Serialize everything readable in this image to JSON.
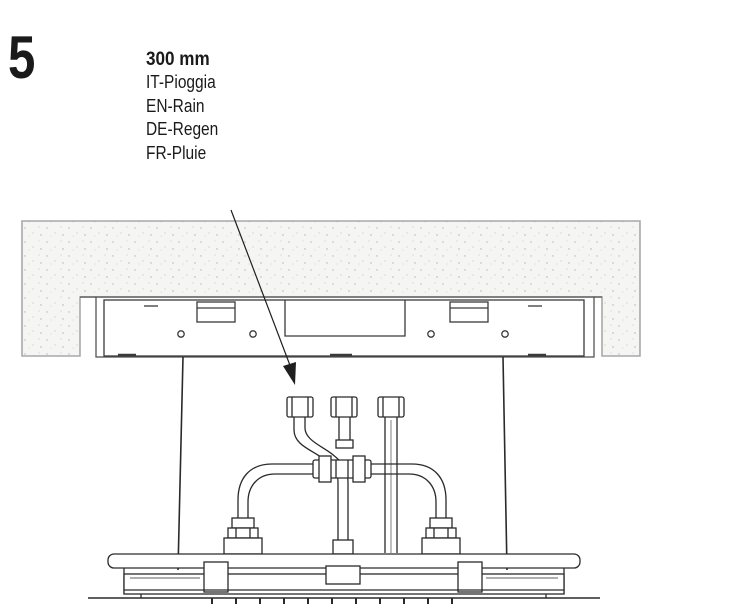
{
  "step": {
    "number": "5"
  },
  "callout": {
    "size": "300 mm",
    "languages": [
      "IT-Pioggia",
      "EN-Rain",
      "DE-Regen",
      "FR-Pluie"
    ]
  },
  "colors": {
    "line": "#2a2a2a",
    "concrete": "#f4f4f2",
    "text": "#1a1a1a"
  }
}
